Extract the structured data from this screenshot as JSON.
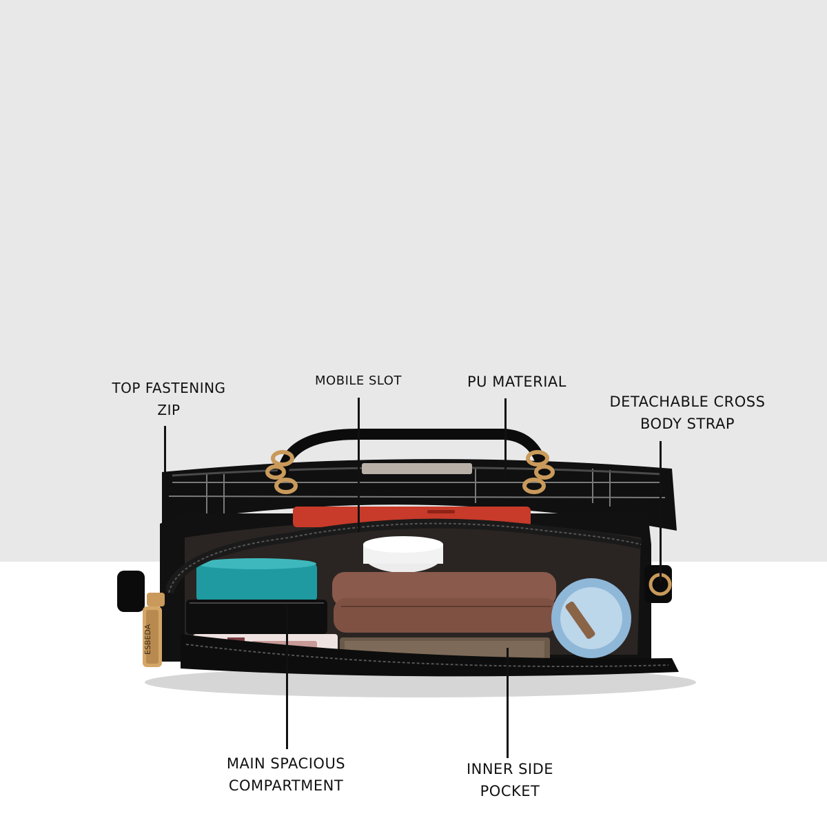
{
  "callouts": {
    "top_fastening_zip": "TOP FASTENING\nZIP",
    "mobile_slot": "MOBILE SLOT",
    "pu_material": "PU MATERIAL",
    "detachable_strap": "DETACHABLE CROSS\nBODY STRAP",
    "main_compartment": "MAIN SPACIOUS\nCOMPARTMENT",
    "inner_side_pocket": "INNER SIDE\nPOCKET"
  },
  "zip_puller_brand": "ESBEDA",
  "colors": {
    "background_top": "#e8e8e8",
    "background_bottom": "#ffffff",
    "bag_black": "#0f0f0f",
    "hardware_gold": "#c99a5b",
    "wallet_brown": "#8a5a4c",
    "tin_teal": "#1f9aa0",
    "phone_red": "#c83a2a"
  }
}
